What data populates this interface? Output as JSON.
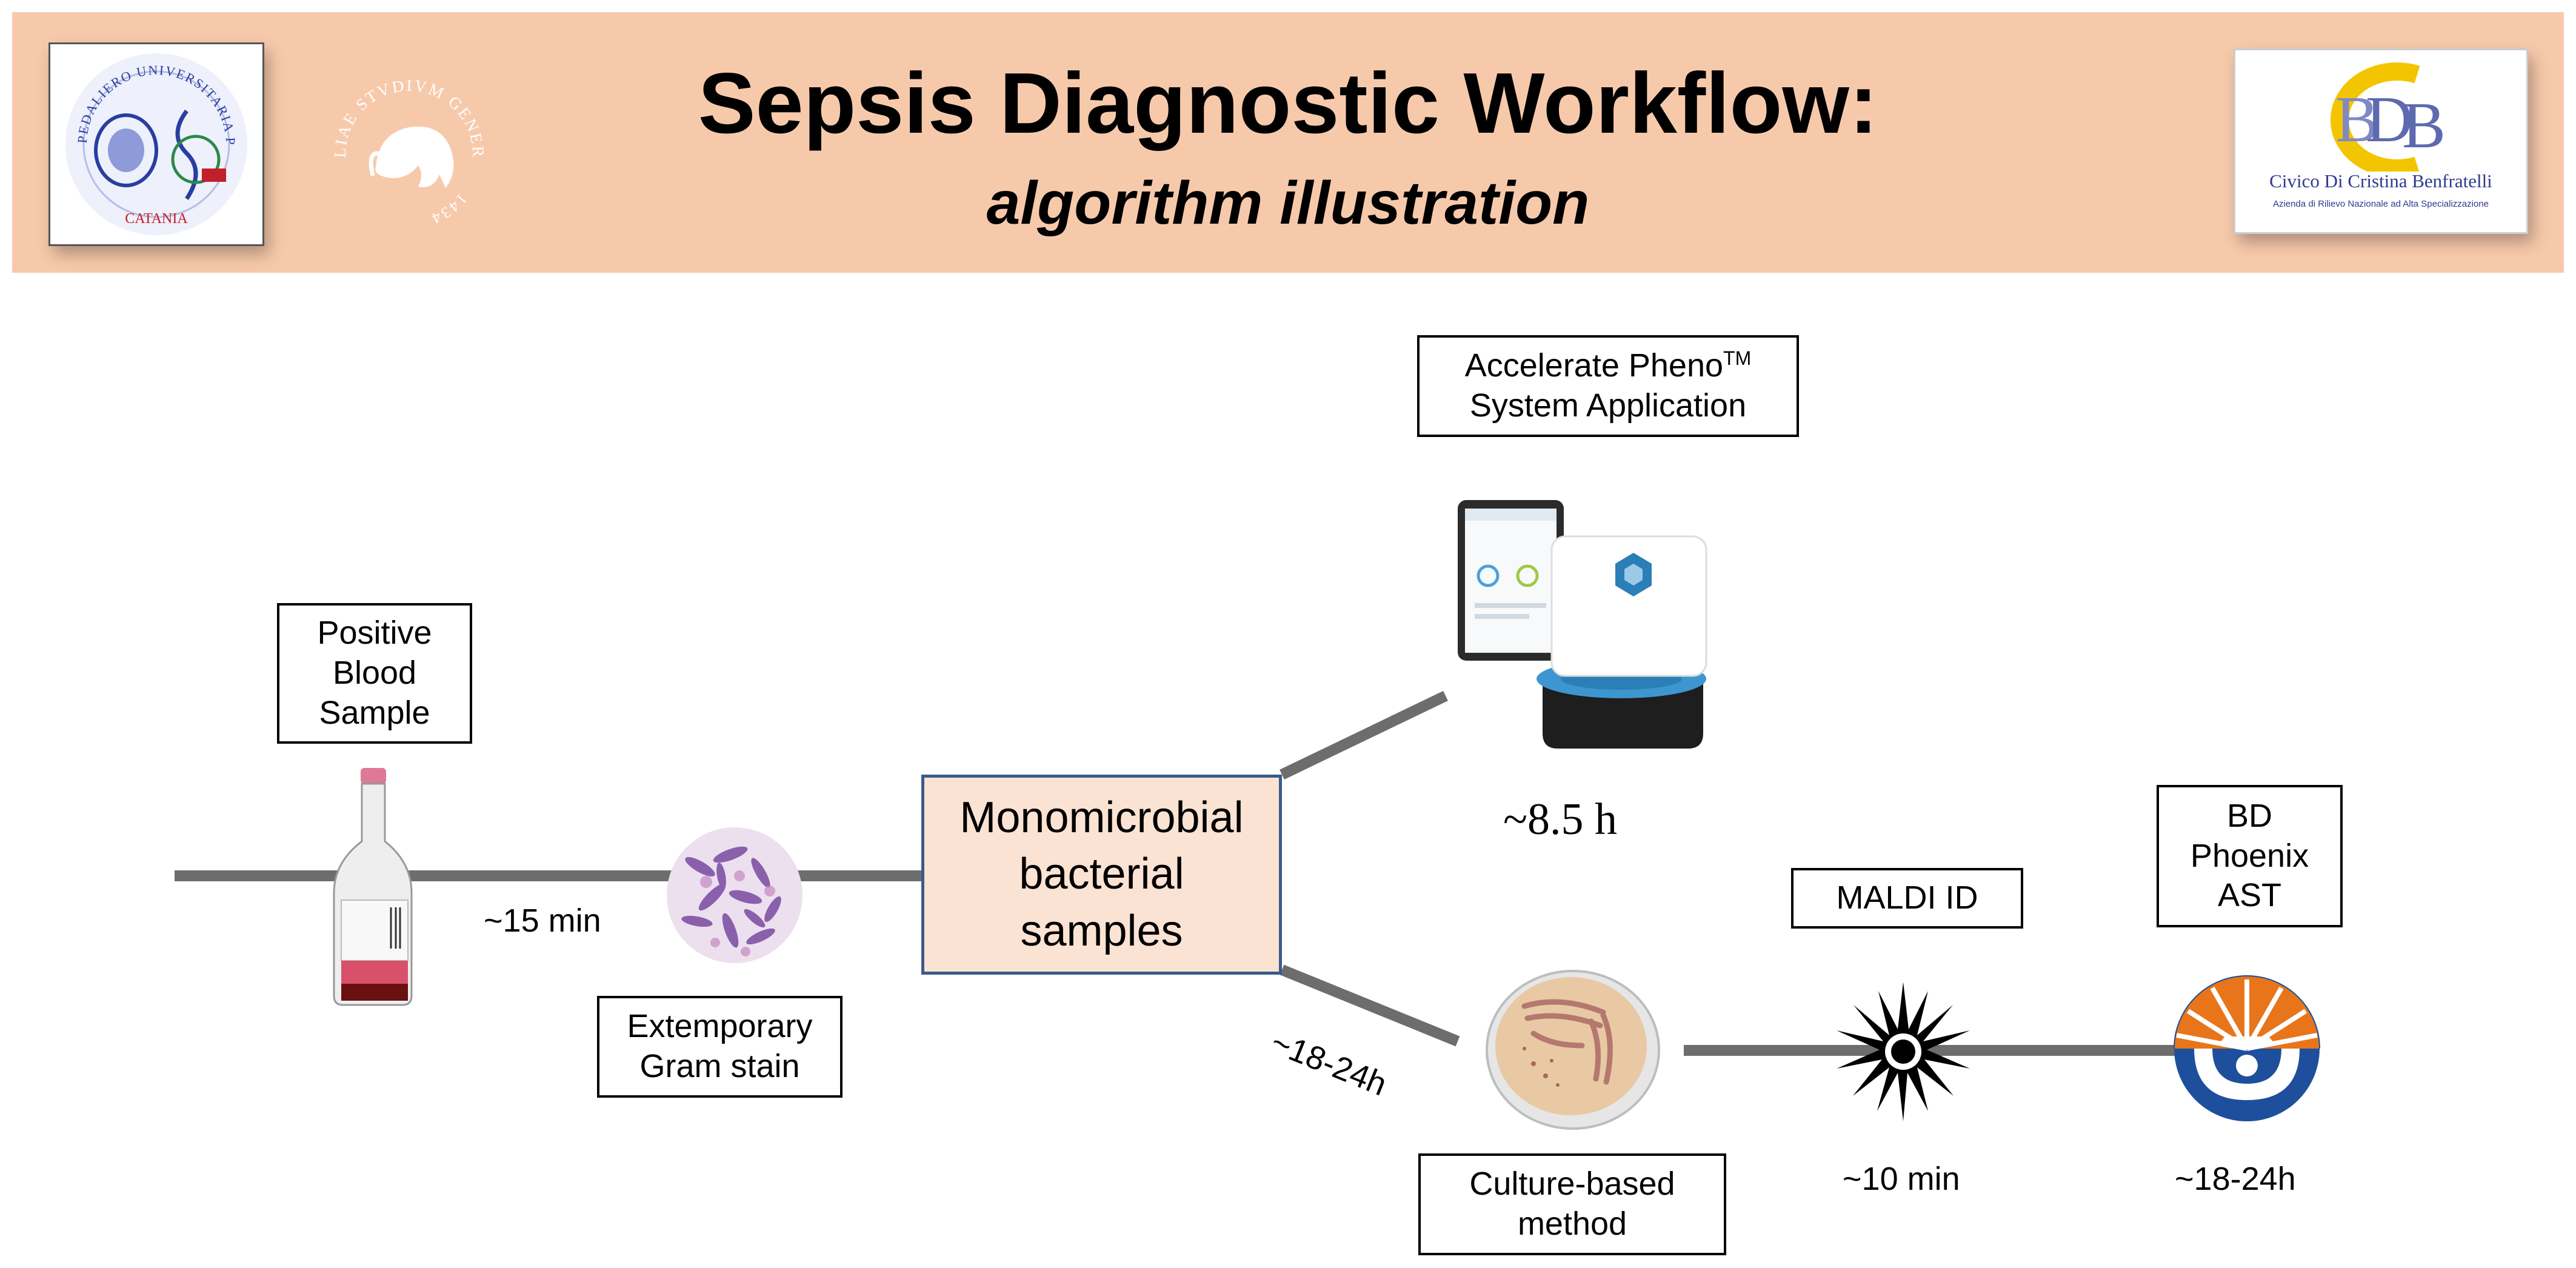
{
  "header": {
    "title": "Sepsis Diagnostic Workflow:",
    "subtitle": "algorithm illustration"
  },
  "logos": {
    "left_seal_text_top": "AZIENDA OSPEDALIERO UNIVERSITARIA POLICLINICO",
    "left_seal_text_bottom": "CATANIA",
    "university_seal_text": "SICILIAE STVDIVM GENERALE",
    "university_seal_year": "1434",
    "hospital_name": "Civico Di Cristina Benfratelli",
    "hospital_subtitle": "Azienda di Rilievo Nazionale ad Alta Specializzazione"
  },
  "nodes": {
    "positive_blood": [
      "Positive",
      "Blood",
      "Sample"
    ],
    "gram_stain": [
      "Extemporary",
      "Gram stain"
    ],
    "monomicrobial": [
      "Monomicrobial",
      "bacterial",
      "samples"
    ],
    "accelerate_line1": "Accelerate Pheno",
    "accelerate_tm": "TM",
    "accelerate_line2": "System Application",
    "culture": [
      "Culture-based",
      "method"
    ],
    "maldi": "MALDI ID",
    "phoenix": [
      "BD",
      "Phoenix",
      "AST"
    ]
  },
  "times": {
    "gram": "~15 min",
    "accelerate": "~8.5 h",
    "culture": "~18-24h",
    "maldi": "~10 min",
    "phoenix": "~18-24h"
  },
  "colors": {
    "header_bg": "#f7c9ab",
    "line": "#6d6d6d",
    "mono_fill": "#fbe3d4",
    "mono_border": "#3c5a8a",
    "phoenix_orange": "#e8751a",
    "phoenix_blue": "#1d4f9c"
  }
}
